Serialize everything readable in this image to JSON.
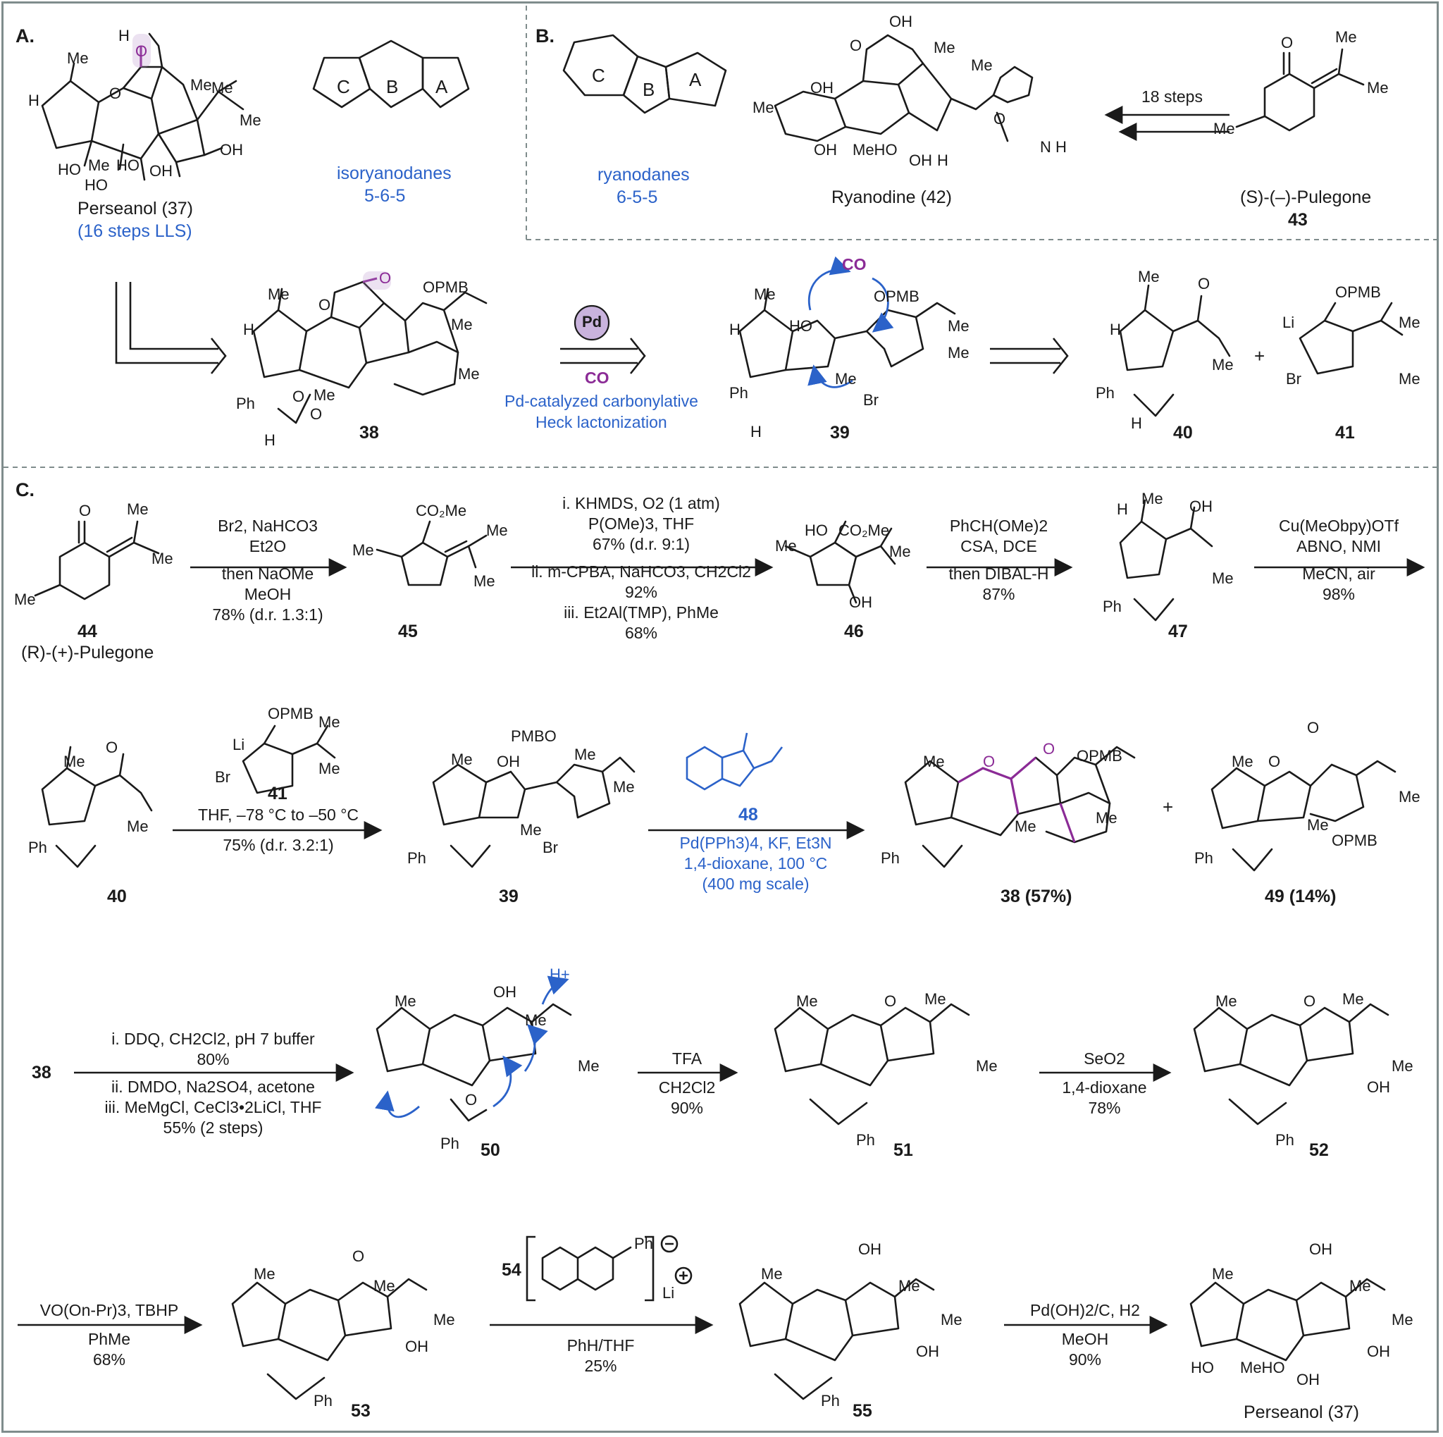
{
  "sections": {
    "a": "A.",
    "b": "B.",
    "c": "C."
  },
  "part_a": {
    "perseanol_label": "Perseanol (37)",
    "perseanol_steps": "(16 steps LLS)",
    "isoryanodanes_label": "isoryanodanes",
    "isoryanodanes_pattern": "5-6-5",
    "rings": {
      "c": "C",
      "b": "B",
      "a": "A"
    }
  },
  "part_b": {
    "ryanodanes_label": "ryanodanes",
    "ryanodanes_pattern": "6-5-5",
    "ryanodine_label": "Ryanodine (42)",
    "steps_label": "18 steps",
    "pulegone_label": "(S)-(–)-Pulegone",
    "pulegone_number": "43"
  },
  "retro": {
    "pd_label": "Pd",
    "co_label": "CO",
    "reaction_name_line1": "Pd-catalyzed carbonylative",
    "reaction_name_line2": "Heck lactonization",
    "compound_38": "38",
    "compound_39": "39",
    "compound_40": "40",
    "compound_41": "41",
    "plus": "+"
  },
  "part_c": {
    "row1": {
      "c44_number": "44",
      "c44_name": "(R)-(+)-Pulegone",
      "step1": [
        "Br2, NaHCO3",
        "Et2O",
        "then NaOMe",
        "MeOH",
        "78% (d.r. 1.3:1)"
      ],
      "c45_number": "45",
      "step2": [
        "i. KHMDS, O2 (1 atm)",
        "P(OMe)3, THF",
        "67% (d.r. 9:1)",
        "ii. m-CPBA, NaHCO3, CH2Cl2",
        "92%",
        "iii. Et2Al(TMP), PhMe",
        "68%"
      ],
      "c46_number": "46",
      "step3": [
        "PhCH(OMe)2",
        "CSA, DCE",
        "then DIBAL-H",
        "87%"
      ],
      "c47_number": "47",
      "step4": [
        "Cu(MeObpy)OTf",
        "ABNO, NMI",
        "MeCN, air",
        "98%"
      ]
    },
    "row2": {
      "c40_number": "40",
      "reagent_41": "41",
      "step5": [
        "THF, –78 °C to –50 °C",
        "75% (d.r. 3.2:1)"
      ],
      "c39_number": "39",
      "reagent_48": "48",
      "step6": [
        "Pd(PPh3)4, KF, Et3N",
        "1,4-dioxane, 100 °C",
        "(400 mg scale)"
      ],
      "c38_label": "38 (57%)",
      "plus": "+",
      "c49_label": "49 (14%)"
    },
    "row3": {
      "start": "38",
      "step7": [
        "i. DDQ, CH2Cl2, pH 7 buffer",
        "80%",
        "ii. DMDO, Na2SO4, acetone",
        "iii. MeMgCl, CeCl3•2LiCl, THF",
        "55% (2 steps)"
      ],
      "c50_number": "50",
      "step8": [
        "TFA",
        "CH2Cl2",
        "90%"
      ],
      "c51_number": "51",
      "step9": [
        "SeO2",
        "1,4-dioxane",
        "78%"
      ],
      "c52_number": "52",
      "proton": "H+"
    },
    "row4": {
      "step10": [
        "VO(On-Pr)3, TBHP",
        "PhMe",
        "68%"
      ],
      "c53_number": "53",
      "reagent_54": "54",
      "step11": [
        "PhH/THF",
        "25%"
      ],
      "c55_number": "55",
      "step12": [
        "Pd(OH)2/C, H2",
        "MeOH",
        "90%"
      ],
      "product_label": "Perseanol (37)"
    }
  },
  "colors": {
    "frame": "#7f8c8c",
    "blue": "#2b62c9",
    "purple": "#8b2b96",
    "pd_fill": "#c9b3dd",
    "divider": "#7f8c8c"
  }
}
